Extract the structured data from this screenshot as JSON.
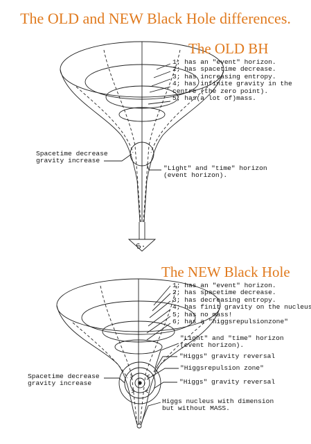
{
  "title": "The OLD and NEW Black Hole differences.",
  "colors": {
    "heading": "#e07a1e",
    "ink": "#111111"
  },
  "old_bh": {
    "heading": "The OLD BH",
    "properties": [
      "1; has an \"event\" horizon.",
      "2; has spacetime decrease.",
      "3; has increasing entropy.",
      "4; has infinite gravity in the",
      "   centre (the zero point).",
      "5; has(a lot of)mass."
    ],
    "left_label": [
      "Spacetime decrease",
      "gravity increase"
    ],
    "horizon_label": [
      "\"Light\" and \"time\" horizon",
      "(event horizon)."
    ],
    "singularity_label": "S."
  },
  "new_bh": {
    "heading": "The NEW Black Hole",
    "properties": [
      "1; has an \"event\" horizon.",
      "2; has spacetime decrease.",
      "3; has decreasing entropy.",
      "4; has finit gravity on the nucleus",
      "5; has no mass!",
      "6; has a \"higgsrepulsionzone\""
    ],
    "horizon_label": [
      "\"Light\" and \"time\" horizon",
      "(event horizon)."
    ],
    "reversal_top": "\"Higgs\" gravity reversal",
    "repulsion_zone": "\"Higgsrepulsion zone\"",
    "reversal_bottom": "\"Higgs\" gravity reversal",
    "left_label": [
      "Spacetime decrease",
      "gravity increase"
    ],
    "nucleus_label": [
      "Higgs nucleus with dimension",
      "but without MASS."
    ]
  }
}
